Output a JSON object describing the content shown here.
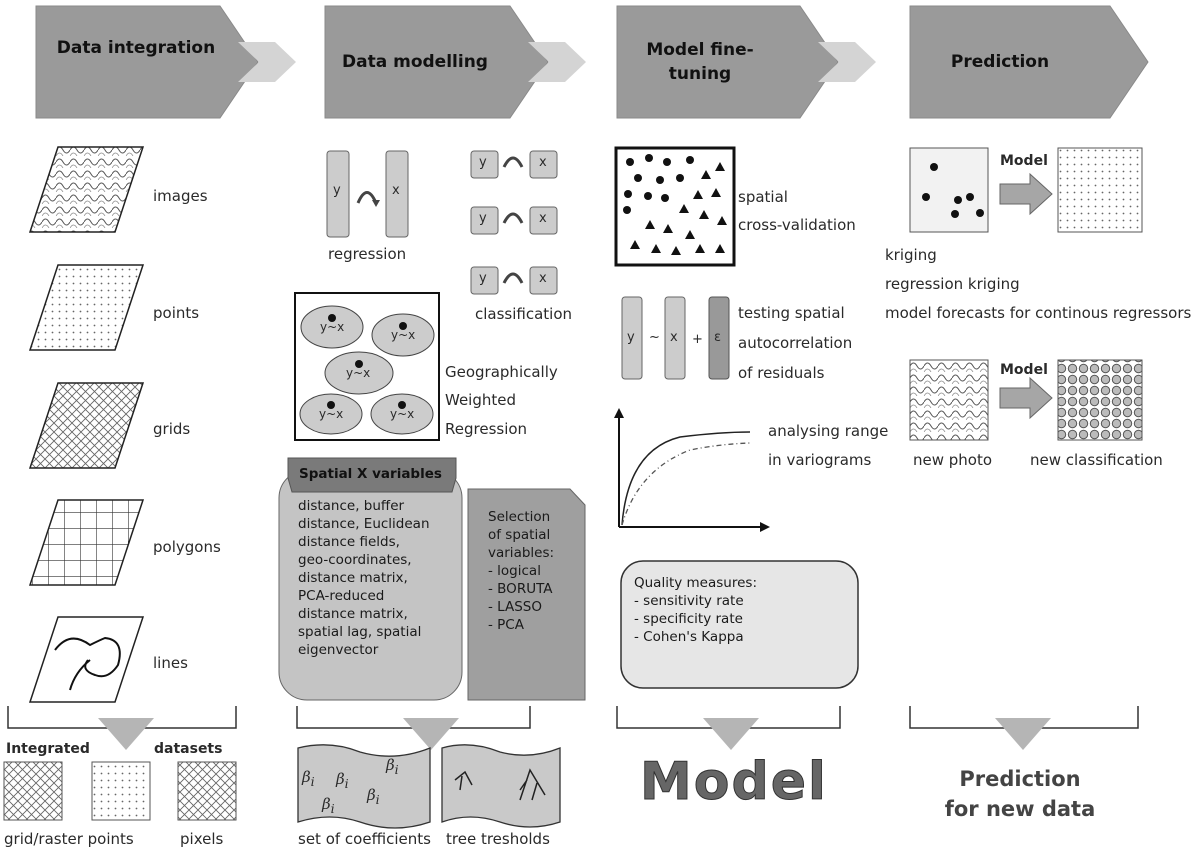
{
  "stages": [
    {
      "title": "Data integration"
    },
    {
      "title": "Data modelling"
    },
    {
      "title": "Model fine-tuning"
    },
    {
      "title": "Prediction"
    }
  ],
  "integration": {
    "items": [
      "images",
      "points",
      "grids",
      "polygons",
      "lines"
    ],
    "integrated_label": "Integrated",
    "datasets_label": "datasets",
    "outputs": [
      "grid/raster points",
      "pixels"
    ]
  },
  "modelling": {
    "y": "y",
    "x": "x",
    "regression_label": "regression",
    "classification_label": "classification",
    "gwr_formula": "y~x",
    "gwr_label": [
      "Geographically",
      "Weighted",
      "Regression"
    ],
    "spatial_x_title": "Spatial X variables",
    "spatial_x_text": [
      "distance, buffer",
      "distance, Euclidean",
      "distance fields,",
      "geo-coordinates,",
      "distance matrix,",
      "PCA-reduced",
      "distance matrix,",
      "spatial lag, spatial",
      "eigenvector"
    ],
    "selection_text": [
      "Selection",
      "of spatial",
      "variables:",
      "- logical",
      "- BORUTA",
      "- LASSO",
      "- PCA"
    ],
    "beta": "β",
    "beta_sub": "i",
    "outputs": [
      "set of coefficients",
      "tree tresholds"
    ]
  },
  "finetuning": {
    "cv_label": [
      "spatial",
      "cross-validation"
    ],
    "eq": {
      "y": "y",
      "tilde": "~",
      "x": "x",
      "plus": "+",
      "eps": "ε"
    },
    "autocorr_label": [
      "testing spatial",
      "autocorrelation",
      "of residuals"
    ],
    "variogram_label": [
      "analysing range",
      "in variograms"
    ],
    "quality_title": "Quality measures:",
    "quality_items": [
      "- sensitivity rate",
      "- specificity rate",
      "- Cohen's Kappa"
    ],
    "output": "Model"
  },
  "prediction": {
    "model_label": "Model",
    "methods": [
      "kriging",
      "regression kriging",
      "model forecasts for continous regressors"
    ],
    "new_photo": "new photo",
    "new_classification": "new classification",
    "output": [
      "Prediction",
      "for new data"
    ]
  }
}
